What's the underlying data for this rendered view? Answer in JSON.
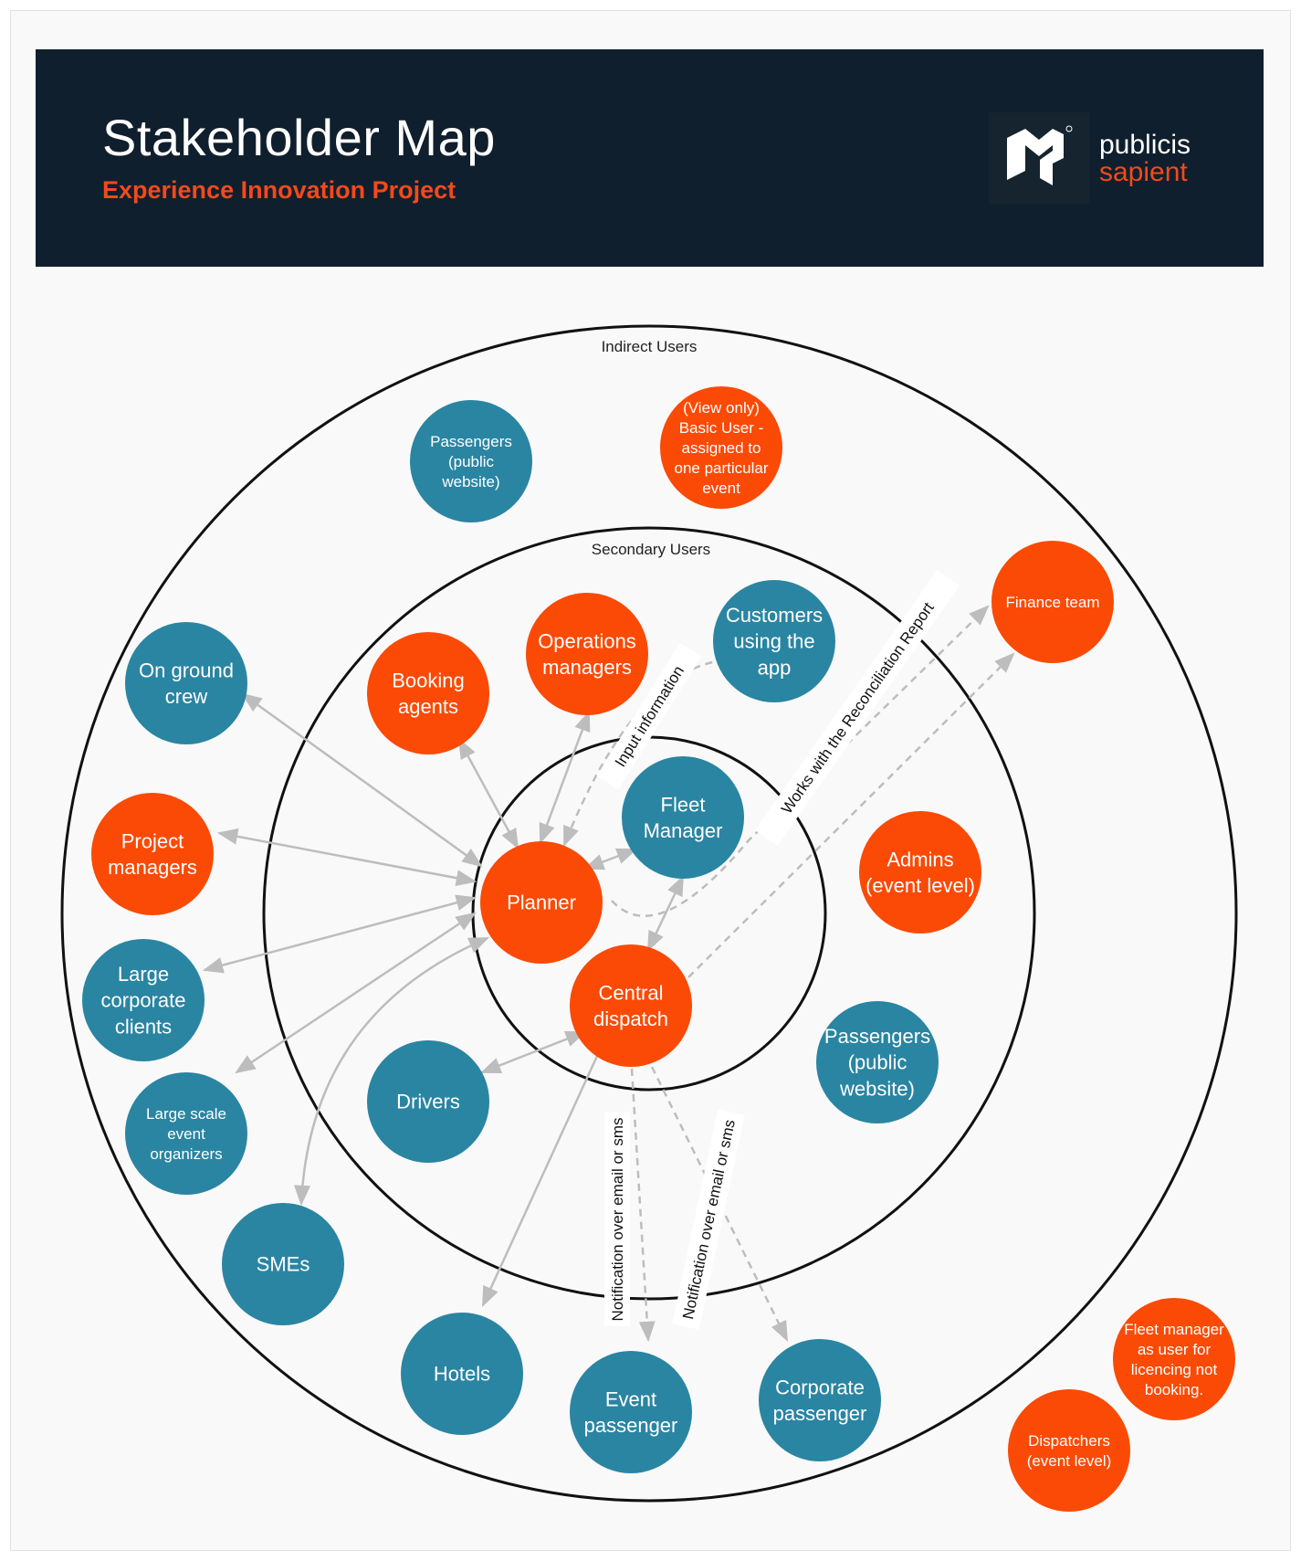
{
  "header": {
    "title": "Stakeholder Map",
    "subtitle": "Experience Innovation Project",
    "logo": {
      "icon": "publicis-sapient-logo-icon",
      "word_1": "publicis",
      "word_2": "sapient"
    }
  },
  "colors": {
    "header_bg": "#101f2e",
    "accent": "#f24a1a",
    "node_orange": "#fa4a05",
    "node_teal": "#2a85a2",
    "arrow_solid": "#bdbdbd",
    "arrow_dashed": "#bdbdbd"
  },
  "rings": [
    {
      "id": "core",
      "label": ""
    },
    {
      "id": "secondary",
      "label": "Secondary Users"
    },
    {
      "id": "indirect",
      "label": "Indirect Users"
    }
  ],
  "nodes": [
    {
      "id": "planner",
      "label": "Planner",
      "color": "orange"
    },
    {
      "id": "fleet_manager",
      "label": "Fleet Manager",
      "color": "teal"
    },
    {
      "id": "central_dispatch",
      "label": "Central dispatch",
      "color": "orange"
    },
    {
      "id": "booking_agents",
      "label": "Booking agents",
      "color": "orange"
    },
    {
      "id": "operations_managers",
      "label": "Operations managers",
      "color": "orange"
    },
    {
      "id": "customers_app",
      "label": "Customers using the app",
      "color": "teal"
    },
    {
      "id": "admins",
      "label": "Admins (event level)",
      "color": "orange"
    },
    {
      "id": "passengers_secondary",
      "label": "Passengers (public website)",
      "color": "teal"
    },
    {
      "id": "drivers",
      "label": "Drivers",
      "color": "teal"
    },
    {
      "id": "passengers_indirect",
      "label": "Passengers (public website)",
      "color": "teal"
    },
    {
      "id": "basic_user",
      "label": "(View only) Basic User  - assigned to one particular event",
      "color": "orange"
    },
    {
      "id": "finance_team",
      "label": "Finance team",
      "color": "orange"
    },
    {
      "id": "on_ground_crew",
      "label": "On ground crew",
      "color": "teal"
    },
    {
      "id": "project_managers",
      "label": "Project managers",
      "color": "orange"
    },
    {
      "id": "large_corporate",
      "label": "Large corporate clients",
      "color": "teal"
    },
    {
      "id": "large_scale_events",
      "label": "Large scale event organizers",
      "color": "teal"
    },
    {
      "id": "smes",
      "label": "SMEs",
      "color": "teal"
    },
    {
      "id": "hotels",
      "label": "Hotels",
      "color": "teal"
    },
    {
      "id": "event_passenger",
      "label": "Event passenger",
      "color": "teal"
    },
    {
      "id": "corporate_passenger",
      "label": "Corporate passenger",
      "color": "teal"
    },
    {
      "id": "fleet_manager_licencing",
      "label": "Fleet manager as user for licencing not booking.",
      "color": "orange"
    },
    {
      "id": "dispatchers",
      "label": "Dispatchers (event level)",
      "color": "orange"
    }
  ],
  "edge_labels": {
    "input_information": "Input information",
    "reconciliation": "Works with the Reconciliation Report",
    "notification_1": "Notification over email or sms",
    "notification_2": "Notification over email or sms"
  }
}
